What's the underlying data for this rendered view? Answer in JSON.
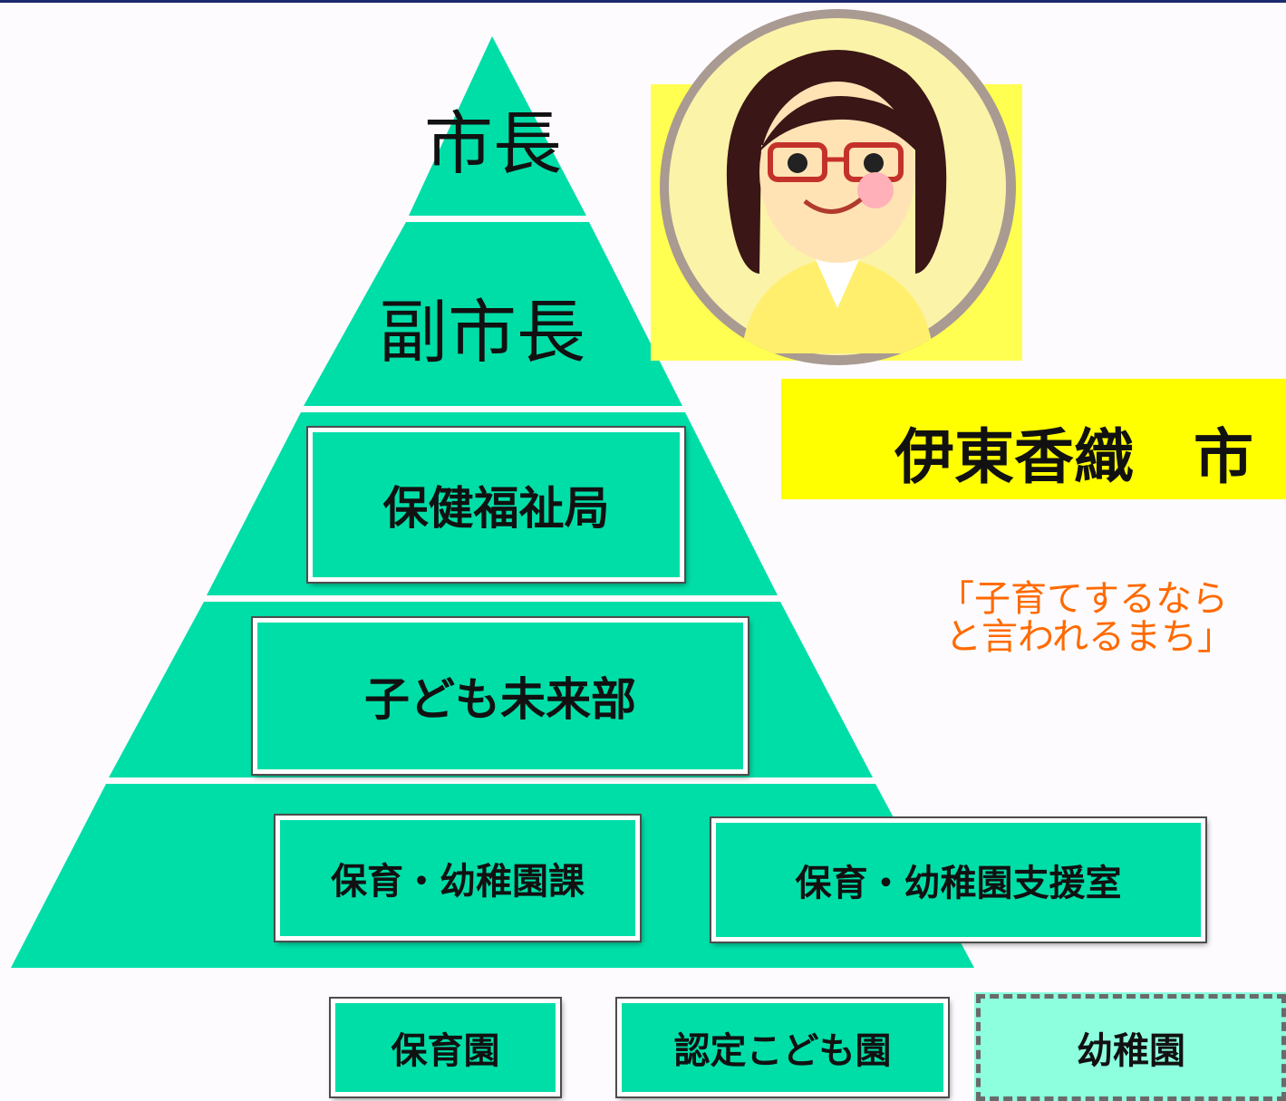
{
  "pyramid": {
    "level1": "市長",
    "level2": "副市長",
    "level3": "保健福祉局",
    "level4": "子ども未来部",
    "level5_left": "保育・幼稚園課",
    "level5_right": "保育・幼稚園支援室"
  },
  "facilities": {
    "nursery": "保育園",
    "certified": "認定こども園",
    "kindergarten": "幼稚園"
  },
  "profile": {
    "name": "伊東香織　市",
    "quote_line1": "「子育てするなら",
    "quote_line2": "と言われるまち」"
  },
  "colors": {
    "pyramid": "#00dea8",
    "kindergarten_box": "#8dffdf",
    "name_plate": "#ffff00",
    "quote": "#ff6a00"
  }
}
